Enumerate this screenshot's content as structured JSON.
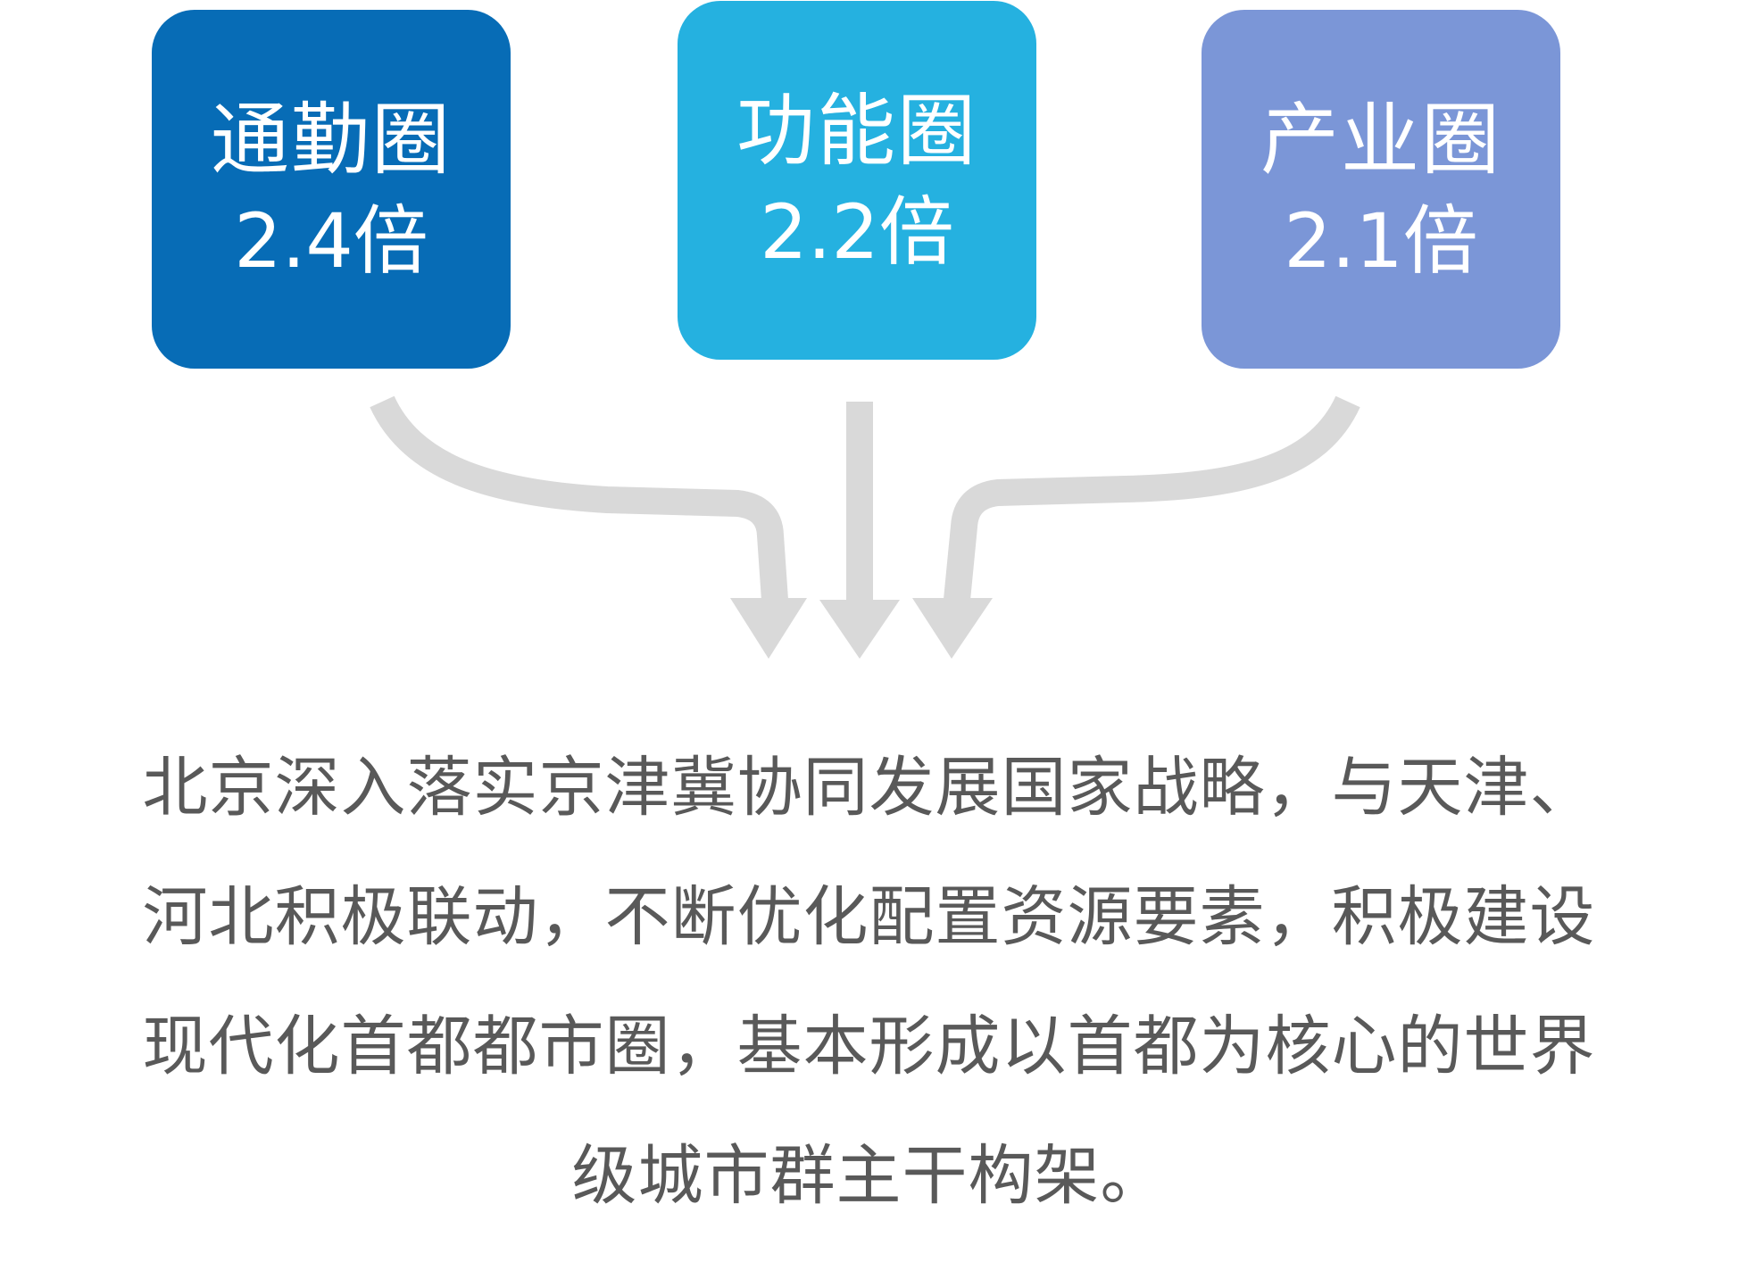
{
  "boxes": [
    {
      "label": "通勤圈",
      "value": "2.4倍",
      "color": "#076cb6"
    },
    {
      "label": "功能圈",
      "value": "2.2倍",
      "color": "#25b1e0"
    },
    {
      "label": "产业圈",
      "value": "2.1倍",
      "color": "#7b96d7"
    }
  ],
  "arrow_color": "#d9d9d9",
  "description": {
    "lines": [
      "北京深入落实京津冀协同发展国家战略，与天津、",
      "河北积极联动，不断优化配置资源要素，积极建设",
      "现代化首都都市圈，基本形成以首都为核心的世界",
      "级城市群主干构架。"
    ]
  }
}
